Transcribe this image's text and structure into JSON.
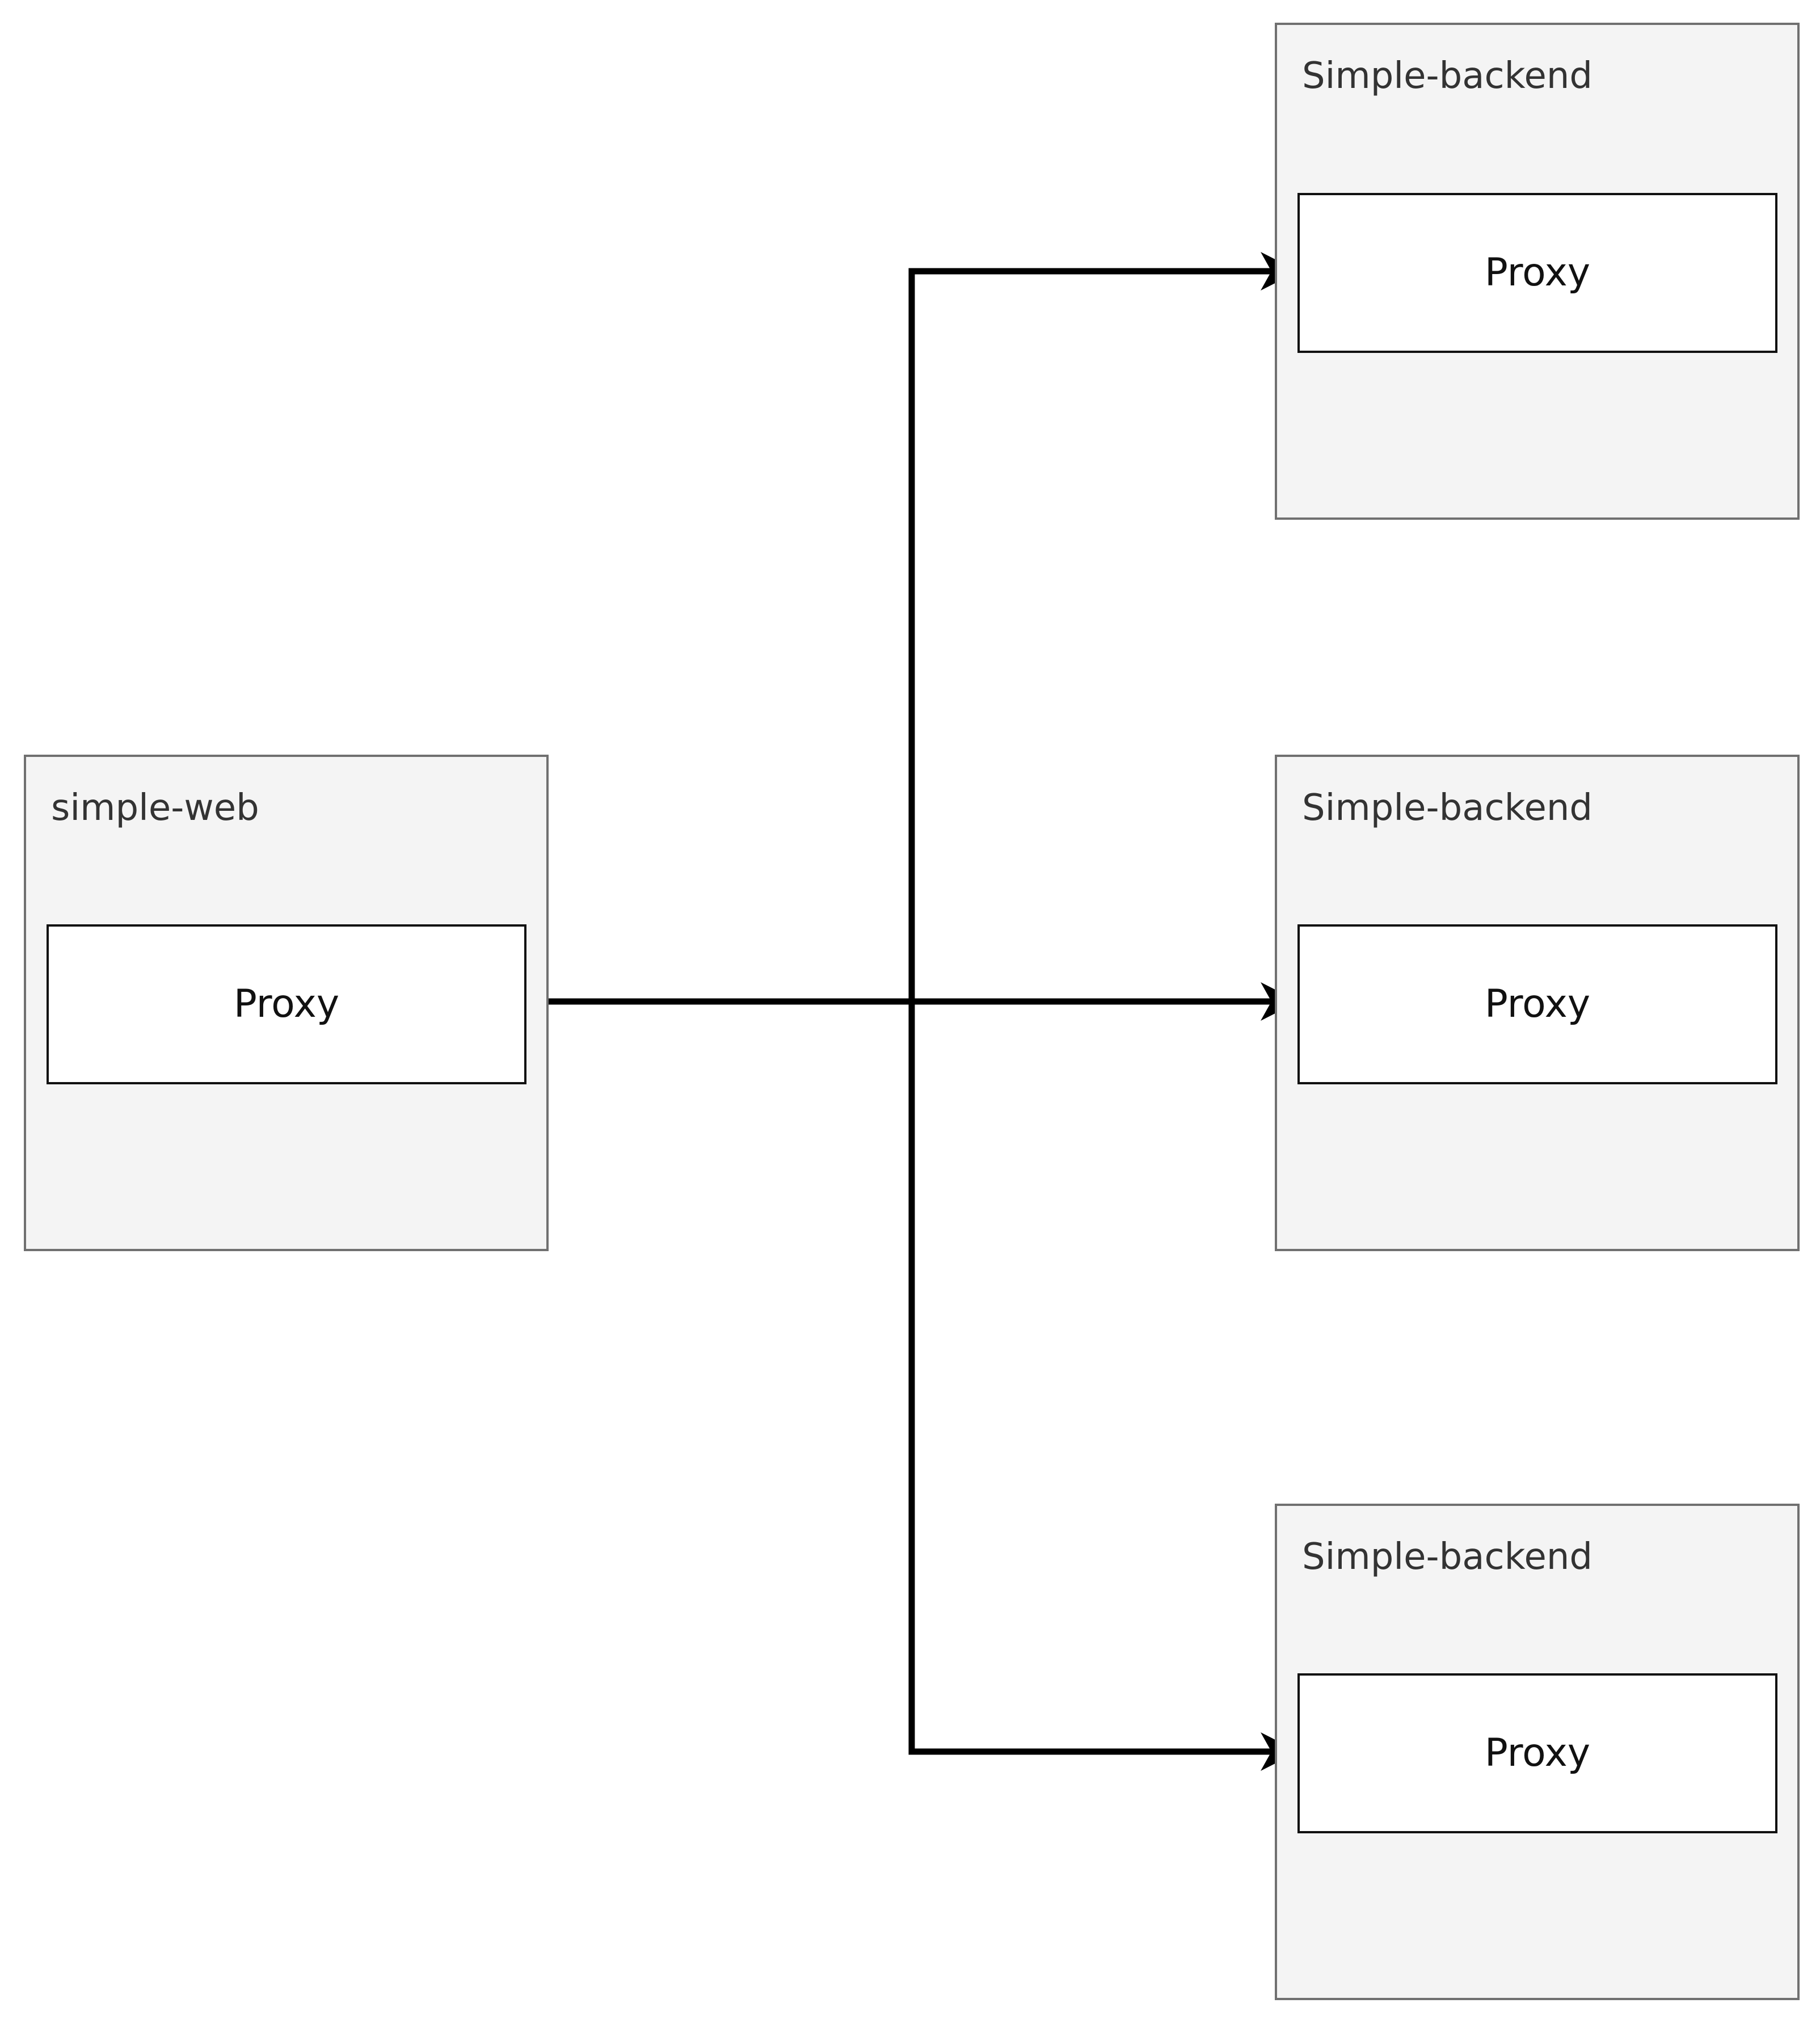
{
  "colors": {
    "container_fill": "#f4f4f4",
    "container_border": "#707070",
    "node_fill": "#ffffff",
    "node_border": "#111111",
    "edge": "#000000",
    "title_text": "#333333",
    "node_text": "#111111"
  },
  "containers": [
    {
      "id": "web",
      "title": "simple-web",
      "proxy_label": "Proxy"
    },
    {
      "id": "backend1",
      "title": "Simple-backend",
      "proxy_label": "Proxy"
    },
    {
      "id": "backend2",
      "title": "Simple-backend",
      "proxy_label": "Proxy"
    },
    {
      "id": "backend3",
      "title": "Simple-backend",
      "proxy_label": "Proxy"
    }
  ],
  "edges": [
    {
      "from": "web",
      "to": "backend1"
    },
    {
      "from": "web",
      "to": "backend2"
    },
    {
      "from": "web",
      "to": "backend3"
    }
  ]
}
